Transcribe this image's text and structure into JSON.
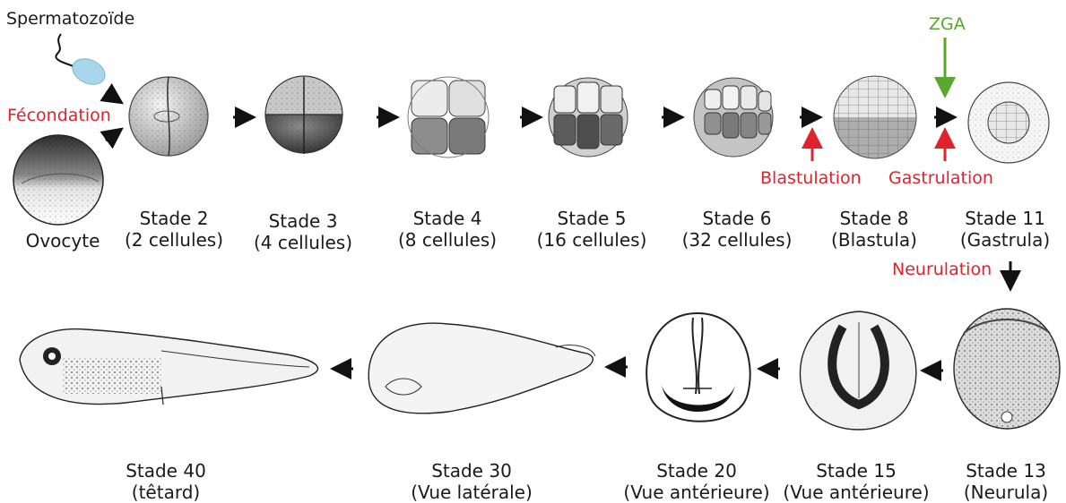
{
  "top_notes": {
    "sperm": "Spermatozoïde",
    "fertilization": "Fécondation",
    "zga": "ZGA",
    "blastulation": "Blastulation",
    "gastrulation": "Gastrulation",
    "neurulation": "Neurulation"
  },
  "stages_row1": [
    {
      "name": "Ovocyte",
      "detail": ""
    },
    {
      "name": "Stade 2",
      "detail": "(2 cellules)"
    },
    {
      "name": "Stade 3",
      "detail": "(4 cellules)"
    },
    {
      "name": "Stade 4",
      "detail": "(8 cellules)"
    },
    {
      "name": "Stade 5",
      "detail": "(16 cellules)"
    },
    {
      "name": "Stade 6",
      "detail": "(32 cellules)"
    },
    {
      "name": "Stade 8",
      "detail": "(Blastula)"
    },
    {
      "name": "Stade 11",
      "detail": "(Gastrula)"
    }
  ],
  "stages_row2": [
    {
      "name": "Stade 40",
      "detail": "(têtard)"
    },
    {
      "name": "Stade 30",
      "detail": "(Vue latérale)"
    },
    {
      "name": "Stade 20",
      "detail": "(Vue antérieure)"
    },
    {
      "name": "Stade 15",
      "detail": "(Vue antérieure)"
    },
    {
      "name": "Stade 13",
      "detail": "(Neurula)"
    }
  ],
  "colors": {
    "process_red": "#e0232b",
    "zga_green": "#5aa62f",
    "arrow_black": "#111111"
  }
}
